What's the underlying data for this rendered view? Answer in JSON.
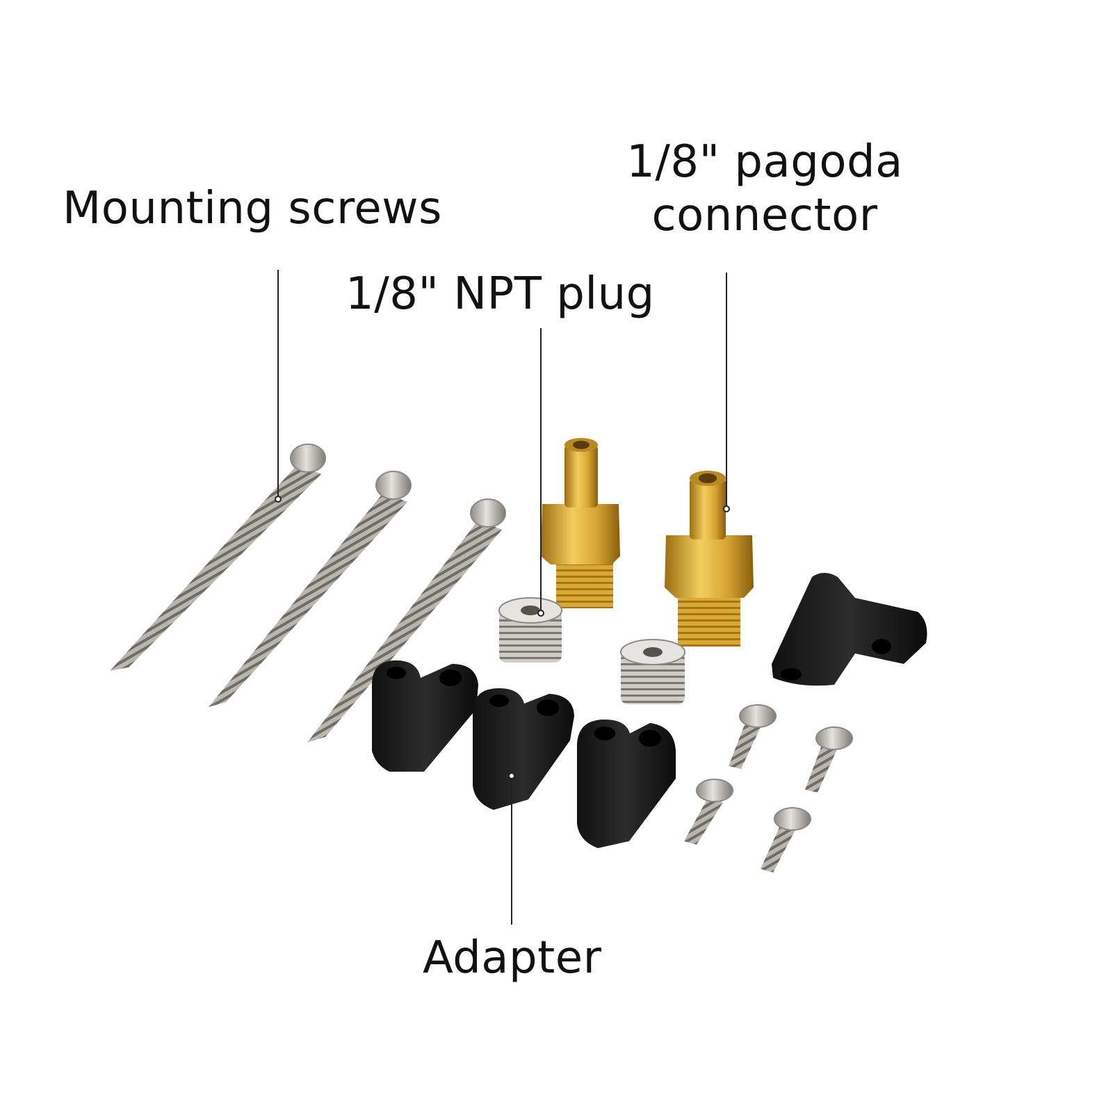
{
  "labels": {
    "mounting_screws": "Mounting screws",
    "npt_plug": "1/8\" NPT plug",
    "pagoda_line1": "1/8\" pagoda",
    "pagoda_line2": "connector",
    "adapter": "Adapter"
  },
  "colors": {
    "background": "#ffffff",
    "text": "#111111",
    "leader_line": "#222222",
    "steel": "#c9c6c2",
    "brass": "#d6a535",
    "plastic": "#1e1e1e"
  }
}
